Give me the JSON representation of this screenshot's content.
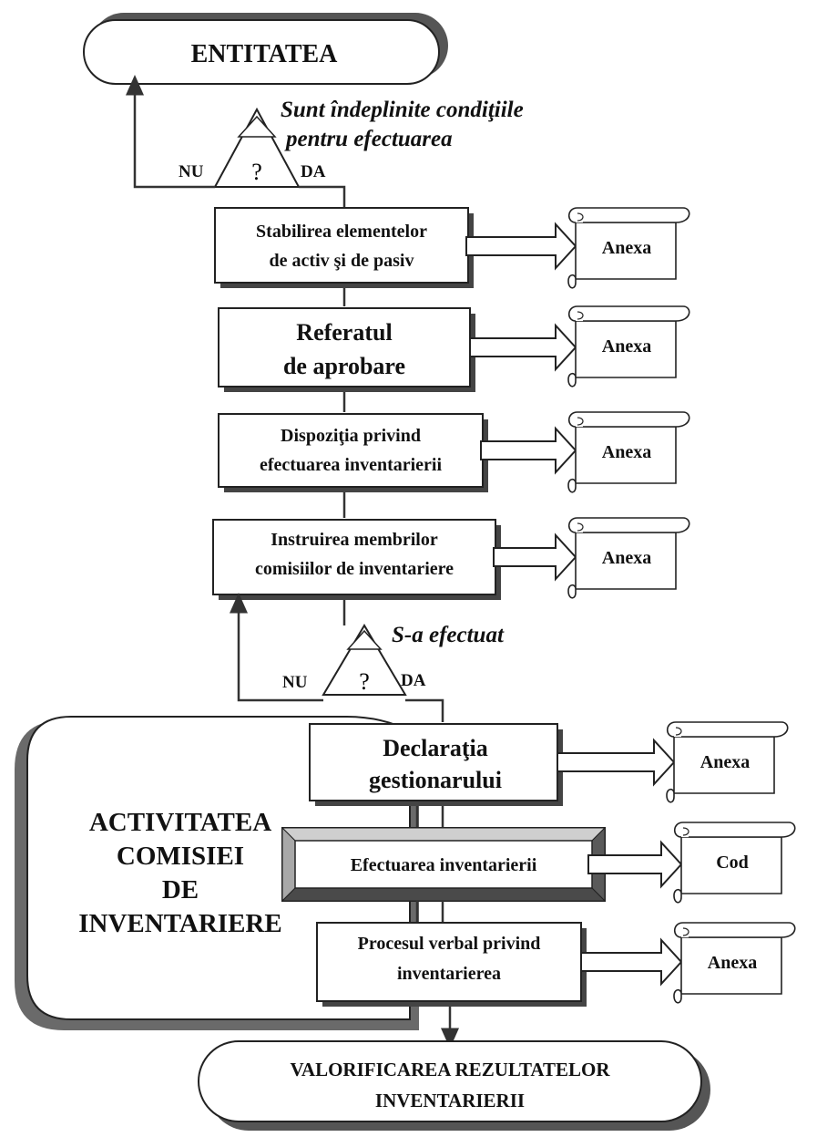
{
  "start": {
    "label": "ENTITATEA"
  },
  "decision1": {
    "question": [
      "Sunt îndeplinite condiţiile",
      "pentru efectuarea"
    ],
    "symbol": "?",
    "no": "NU",
    "yes": "DA"
  },
  "steps": [
    {
      "lines": [
        "Stabilirea elementelor",
        "de activ şi de pasiv"
      ],
      "doc": "Anexa"
    },
    {
      "lines": [
        "Referatul",
        "de aprobare"
      ],
      "doc": "Anexa"
    },
    {
      "lines": [
        "Dispoziţia privind",
        "efectuarea inventarierii"
      ],
      "doc": "Anexa"
    },
    {
      "lines": [
        "Instruirea membrilor",
        "comisiilor de inventariere"
      ],
      "doc": "Anexa"
    }
  ],
  "decision2": {
    "question": "S-a efectuat",
    "symbol": "?",
    "no": "NU",
    "yes": "DA"
  },
  "commission": {
    "label": [
      "ACTIVITATEA",
      "COMISIEI",
      "DE",
      "INVENTARIERE"
    ],
    "steps": [
      {
        "lines": [
          "Declaraţia",
          "gestionarului"
        ],
        "doc": "Anexa"
      },
      {
        "lines": [
          "Efectuarea inventarierii"
        ],
        "doc": "Cod"
      },
      {
        "lines": [
          "Procesul verbal privind",
          "inventarierea"
        ],
        "doc": "Anexa"
      }
    ]
  },
  "end": {
    "lines": [
      "VALORIFICAREA REZULTATELOR",
      "INVENTARIERII"
    ]
  }
}
